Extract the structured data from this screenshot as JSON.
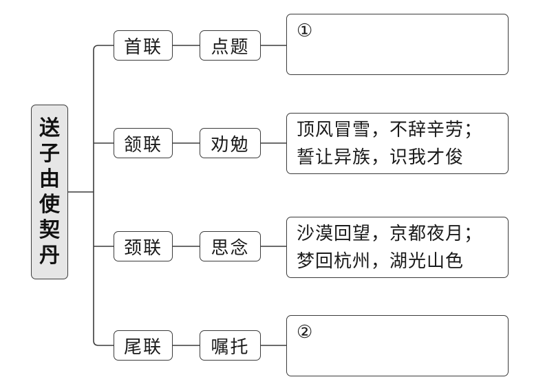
{
  "diagram": {
    "root": {
      "label": "送子由使契丹",
      "chars": [
        "送",
        "子",
        "由",
        "使",
        "契",
        "丹"
      ]
    },
    "branches": [
      {
        "part": "首联",
        "theme": "点题",
        "content": {
          "marker": "①",
          "lines": []
        }
      },
      {
        "part": "颔联",
        "theme": "劝勉",
        "content": {
          "marker": "",
          "lines": [
            "顶风冒雪，不辞辛劳；",
            "誓让异族，识我才俊"
          ]
        }
      },
      {
        "part": "颈联",
        "theme": "思念",
        "content": {
          "marker": "",
          "lines": [
            "沙漠回望，京都夜月；",
            "梦回杭州，湖光山色"
          ]
        }
      },
      {
        "part": "尾联",
        "theme": "嘱托",
        "content": {
          "marker": "②",
          "lines": []
        }
      }
    ]
  }
}
